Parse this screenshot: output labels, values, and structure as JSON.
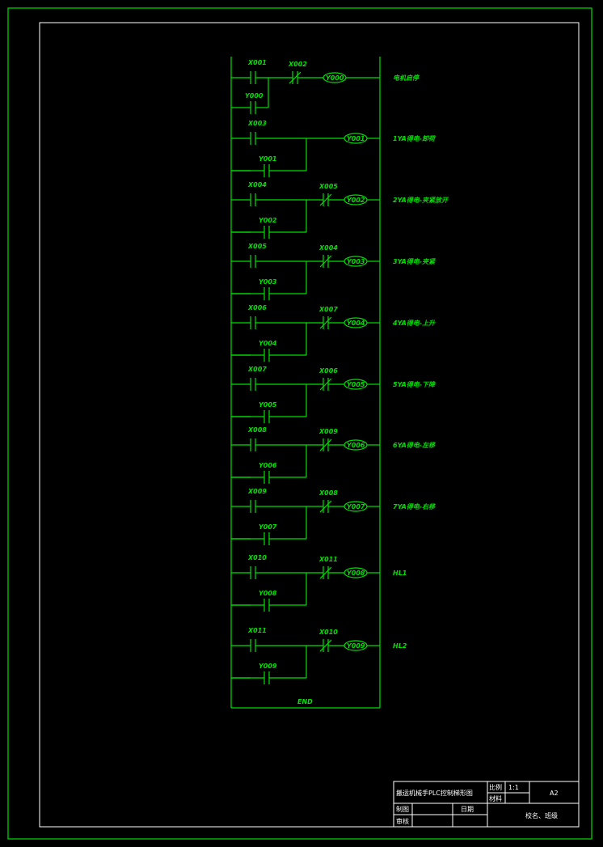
{
  "rungs": [
    {
      "contact": "X001",
      "hold": "Y000",
      "nc": "X002",
      "coil": "Y000",
      "desc": "电机启停"
    },
    {
      "contact": "X003",
      "hold": "Y001",
      "nc": "",
      "coil": "Y001",
      "desc": "1YA得电-卸荷"
    },
    {
      "contact": "X004",
      "hold": "Y002",
      "nc": "X005",
      "coil": "Y002",
      "desc": "2YA得电-夹紧放开"
    },
    {
      "contact": "X005",
      "hold": "Y003",
      "nc": "X004",
      "coil": "Y003",
      "desc": "3YA得电-夹紧"
    },
    {
      "contact": "X006",
      "hold": "Y004",
      "nc": "X007",
      "coil": "Y004",
      "desc": "4YA得电-上升"
    },
    {
      "contact": "X007",
      "hold": "Y005",
      "nc": "X006",
      "coil": "Y005",
      "desc": "5YA得电-下降"
    },
    {
      "contact": "X008",
      "hold": "Y006",
      "nc": "X009",
      "coil": "Y006",
      "desc": "6YA得电-左移"
    },
    {
      "contact": "X009",
      "hold": "Y007",
      "nc": "X008",
      "coil": "Y007",
      "desc": "7YA得电-右移"
    },
    {
      "contact": "X010",
      "hold": "Y008",
      "nc": "X011",
      "coil": "Y008",
      "desc": "HL1"
    },
    {
      "contact": "X011",
      "hold": "Y009",
      "nc": "X010",
      "coil": "Y009",
      "desc": "HL2"
    }
  ],
  "end_label": "END",
  "title_block": {
    "title": "搬运机械手PLC控制梯形图",
    "scale_label": "比例",
    "scale_value": "1:1",
    "material_label": "材料",
    "sheet": "A2",
    "drawn_label": "制图",
    "date_label": "日期",
    "review_label": "审核",
    "school": "校名、班级"
  },
  "colors": {
    "line": "#00e000",
    "frame": "#ffffff",
    "background": "#000000"
  }
}
